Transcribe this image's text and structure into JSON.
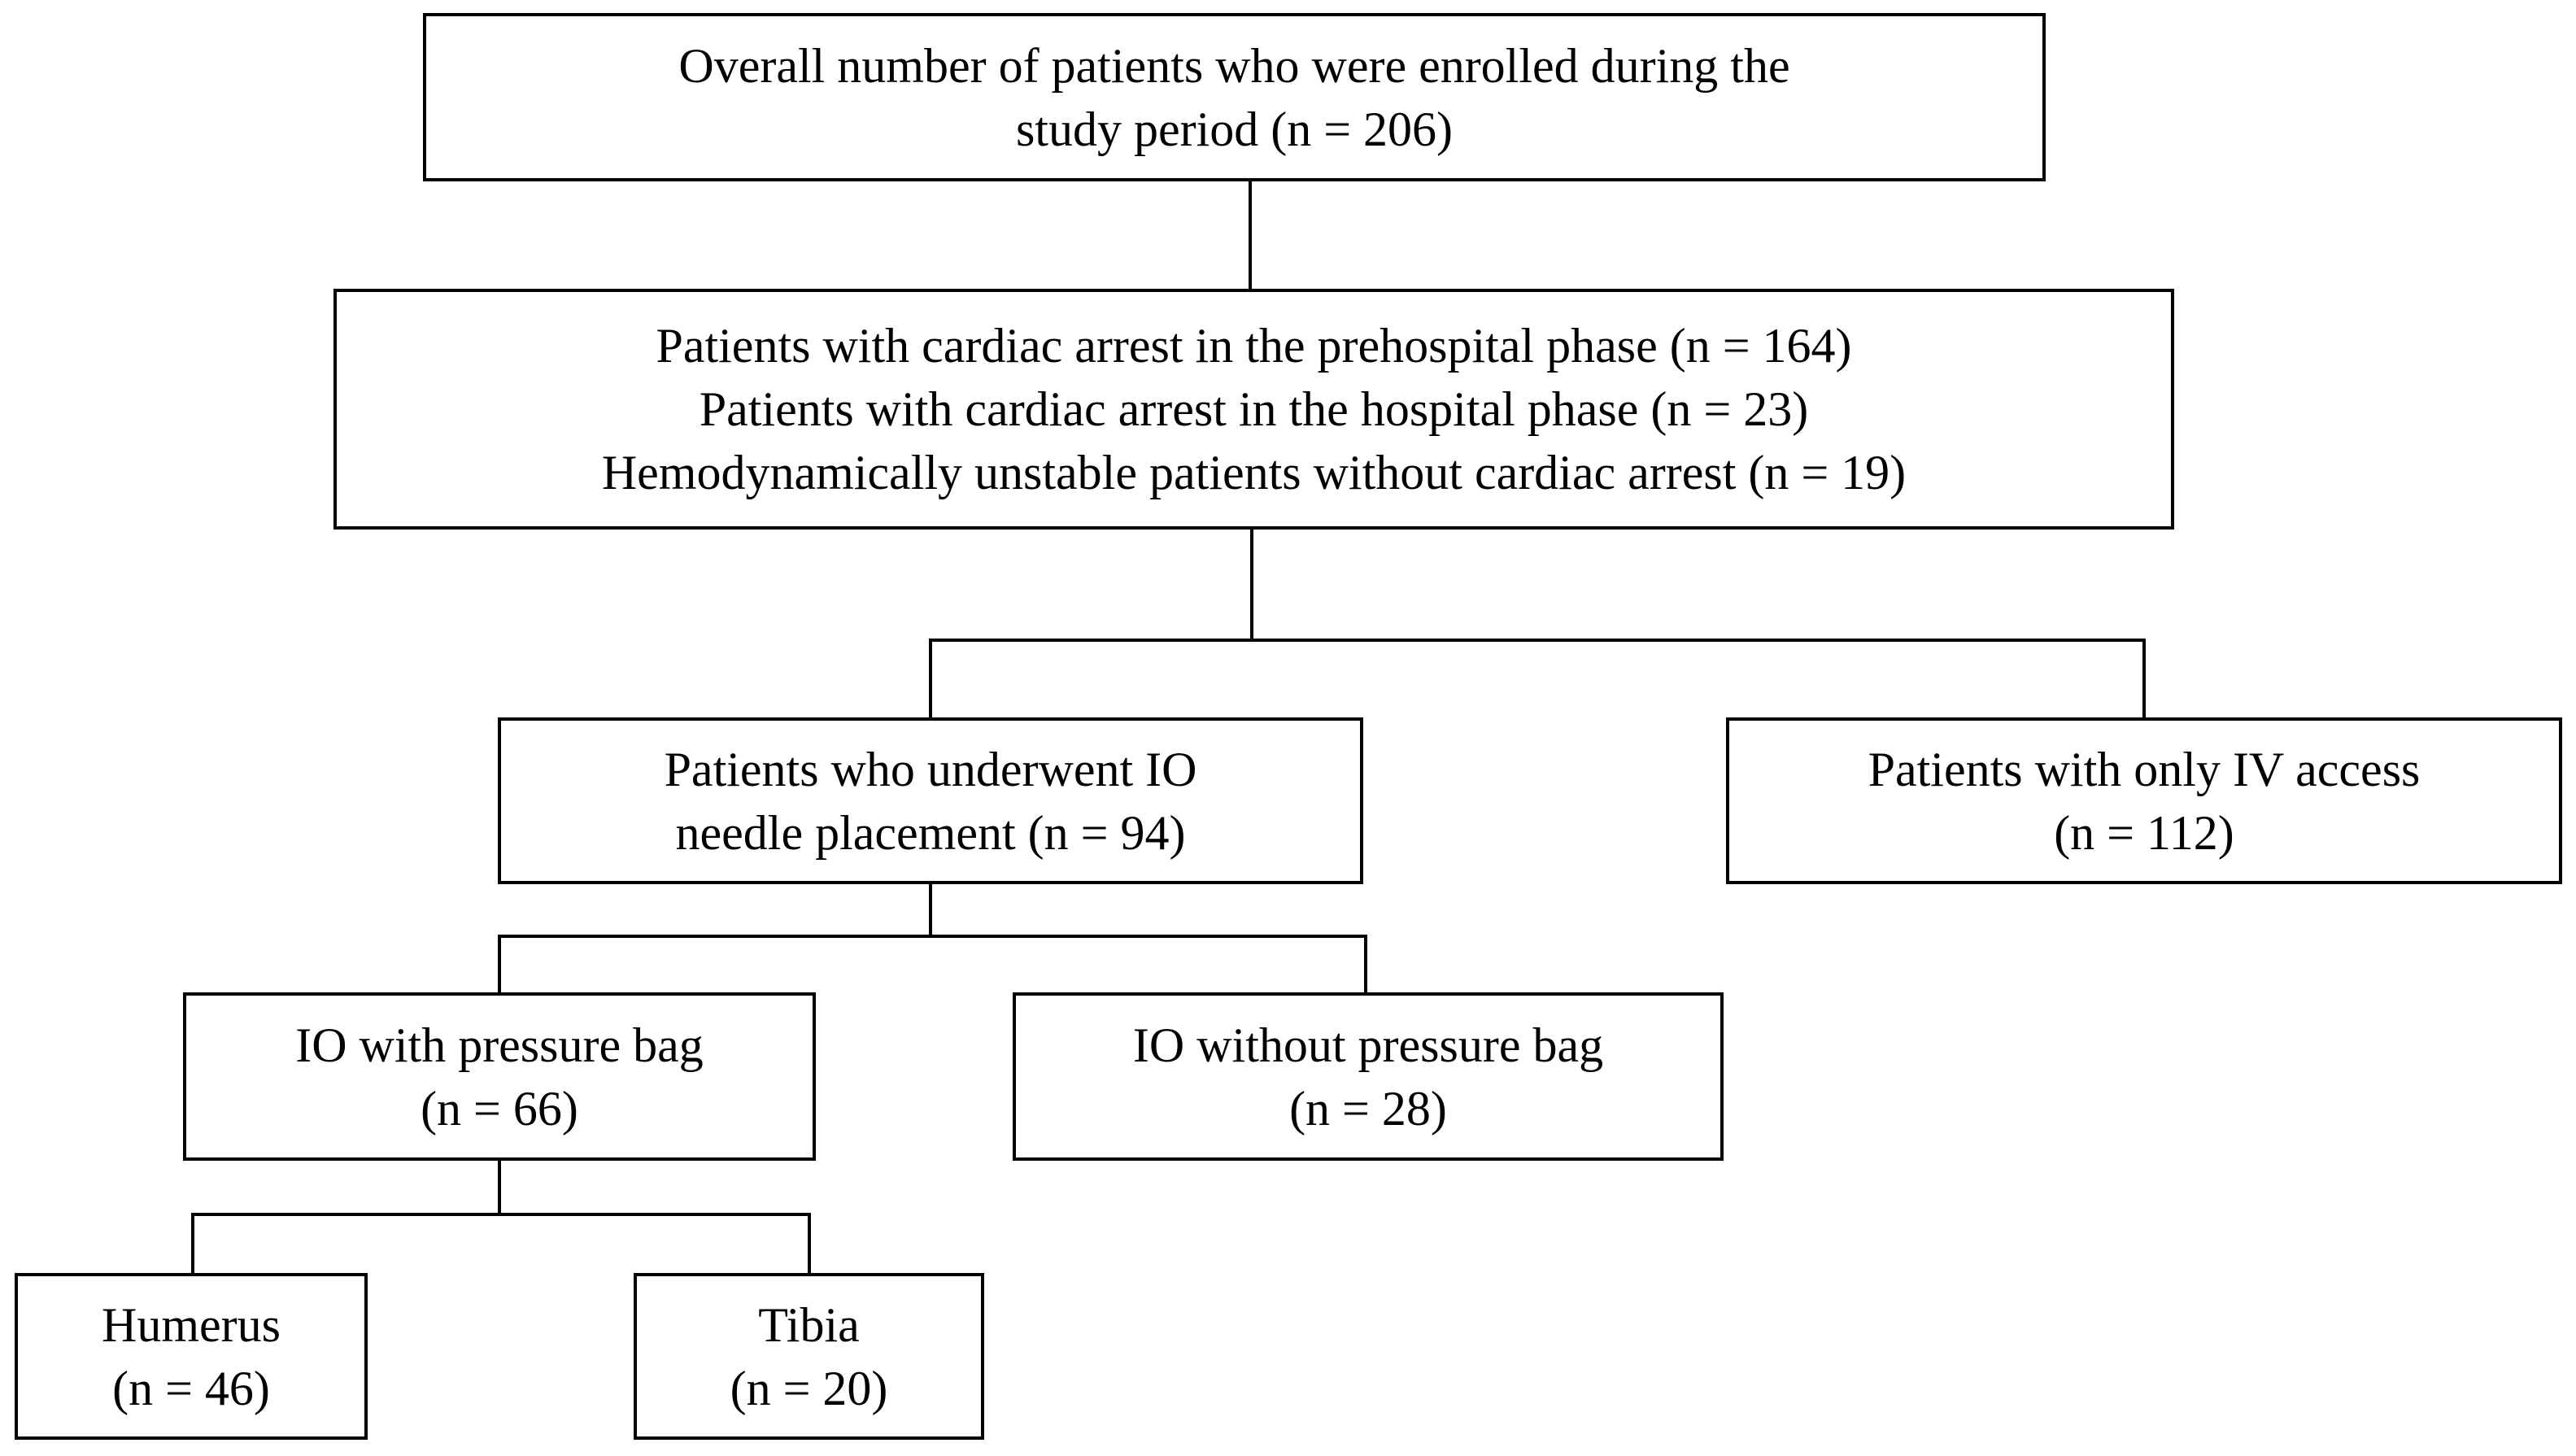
{
  "flowchart": {
    "colors": {
      "border": "#000000",
      "text": "#000000",
      "background": "#ffffff"
    },
    "nodes": {
      "enrolled": {
        "label": "Overall number of patients who were enrolled during the\nstudy period (n = 206)",
        "n": 206
      },
      "categories": {
        "label": "Patients with cardiac arrest in the prehospital phase (n = 164)\nPatients with cardiac arrest in the hospital phase (n = 23)\nHemodynamically unstable patients without cardiac arrest (n = 19)",
        "n_prehospital": 164,
        "n_hospital": 23,
        "n_unstable": 19
      },
      "io_needle": {
        "label": "Patients who underwent IO\nneedle placement (n = 94)",
        "n": 94
      },
      "iv_only": {
        "label": "Patients with only IV access\n(n = 112)",
        "n": 112
      },
      "io_with_pressure_bag": {
        "label": "IO with pressure bag\n(n = 66)",
        "n": 66
      },
      "io_without_pressure_bag": {
        "label": "IO without pressure bag\n(n = 28)",
        "n": 28
      },
      "humerus": {
        "label": "Humerus\n(n = 46)",
        "n": 46
      },
      "tibia": {
        "label": "Tibia\n(n = 20)",
        "n": 20
      }
    }
  }
}
